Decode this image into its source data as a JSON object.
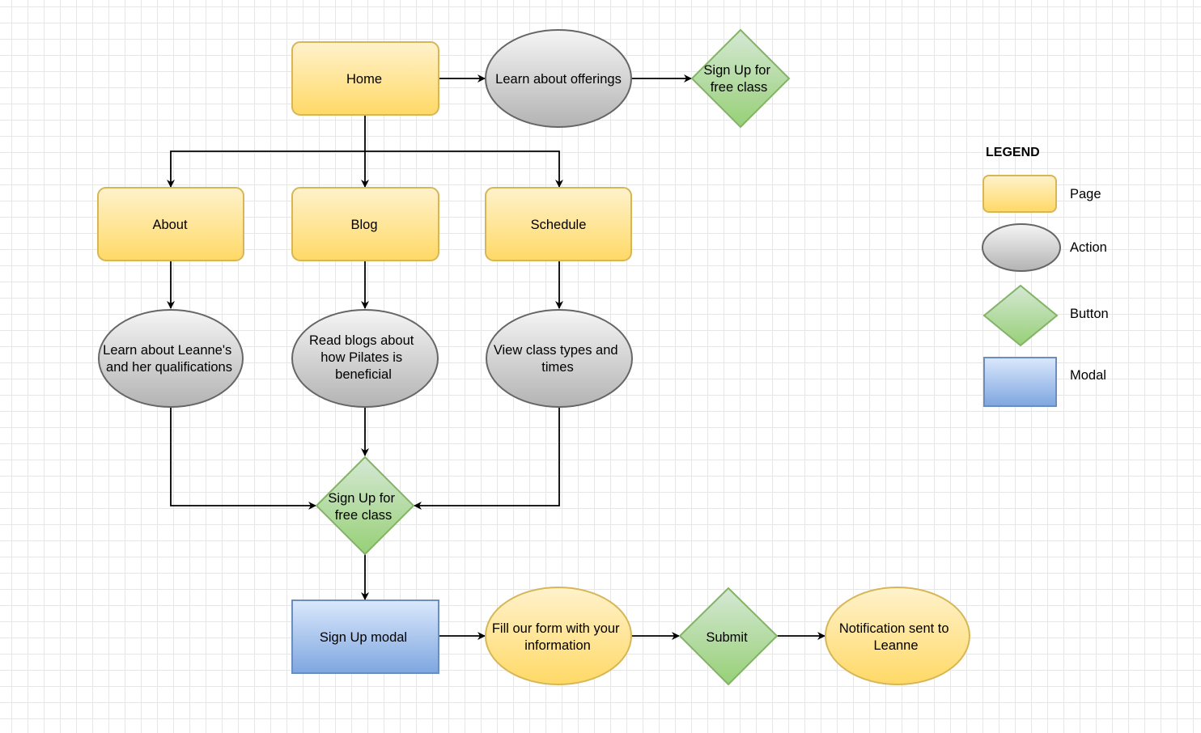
{
  "nodes": {
    "home": {
      "kind": "page",
      "lines": [
        "Home"
      ]
    },
    "learn_offerings": {
      "kind": "action",
      "lines": [
        "Learn about offerings"
      ]
    },
    "signup_top": {
      "kind": "button",
      "lines": [
        "Sign Up for",
        "free class"
      ]
    },
    "about": {
      "kind": "page",
      "lines": [
        "About"
      ]
    },
    "blog": {
      "kind": "page",
      "lines": [
        "Blog"
      ]
    },
    "schedule": {
      "kind": "page",
      "lines": [
        "Schedule"
      ]
    },
    "learn_leanne": {
      "kind": "action",
      "lines": [
        "Learn about Leanne's",
        "and her qualifications"
      ]
    },
    "read_blogs": {
      "kind": "action",
      "lines": [
        "Read blogs about",
        "how Pilates is",
        "beneficial"
      ]
    },
    "view_classes": {
      "kind": "action",
      "lines": [
        "View class types and",
        "times"
      ]
    },
    "signup_mid": {
      "kind": "button",
      "lines": [
        "Sign Up for",
        "free class"
      ]
    },
    "signup_modal": {
      "kind": "modal",
      "lines": [
        "Sign Up modal"
      ]
    },
    "fill_form": {
      "kind": "page-ellipse",
      "lines": [
        "Fill our form with your",
        "information"
      ]
    },
    "submit": {
      "kind": "button",
      "lines": [
        "Submit"
      ]
    },
    "notification": {
      "kind": "page-ellipse",
      "lines": [
        "Notification sent to",
        "Leanne"
      ]
    }
  },
  "edges": [
    {
      "from": "home",
      "to": "learn_offerings"
    },
    {
      "from": "learn_offerings",
      "to": "signup_top"
    },
    {
      "from": "home",
      "to": "about"
    },
    {
      "from": "home",
      "to": "blog"
    },
    {
      "from": "home",
      "to": "schedule"
    },
    {
      "from": "about",
      "to": "learn_leanne"
    },
    {
      "from": "blog",
      "to": "read_blogs"
    },
    {
      "from": "schedule",
      "to": "view_classes"
    },
    {
      "from": "learn_leanne",
      "to": "signup_mid"
    },
    {
      "from": "read_blogs",
      "to": "signup_mid"
    },
    {
      "from": "view_classes",
      "to": "signup_mid"
    },
    {
      "from": "signup_mid",
      "to": "signup_modal"
    },
    {
      "from": "signup_modal",
      "to": "fill_form"
    },
    {
      "from": "fill_form",
      "to": "submit"
    },
    {
      "from": "submit",
      "to": "notification"
    }
  ],
  "legend": {
    "title": "LEGEND",
    "items": [
      {
        "kind": "page",
        "label": "Page"
      },
      {
        "kind": "action",
        "label": "Action"
      },
      {
        "kind": "button",
        "label": "Button"
      },
      {
        "kind": "modal",
        "label": "Modal"
      }
    ]
  },
  "colors": {
    "page_fill_top": "#fff2cc",
    "page_fill_bottom": "#ffd966",
    "page_stroke": "#d6b656",
    "action_fill_top": "#f5f5f5",
    "action_fill_bottom": "#b3b3b3",
    "action_stroke": "#666666",
    "button_fill_top": "#d5e8d4",
    "button_fill_bottom": "#97d077",
    "button_stroke": "#82b366",
    "modal_fill_top": "#dae8fc",
    "modal_fill_bottom": "#7ea6e0",
    "modal_stroke": "#6c8ebf",
    "edge": "#000000"
  }
}
